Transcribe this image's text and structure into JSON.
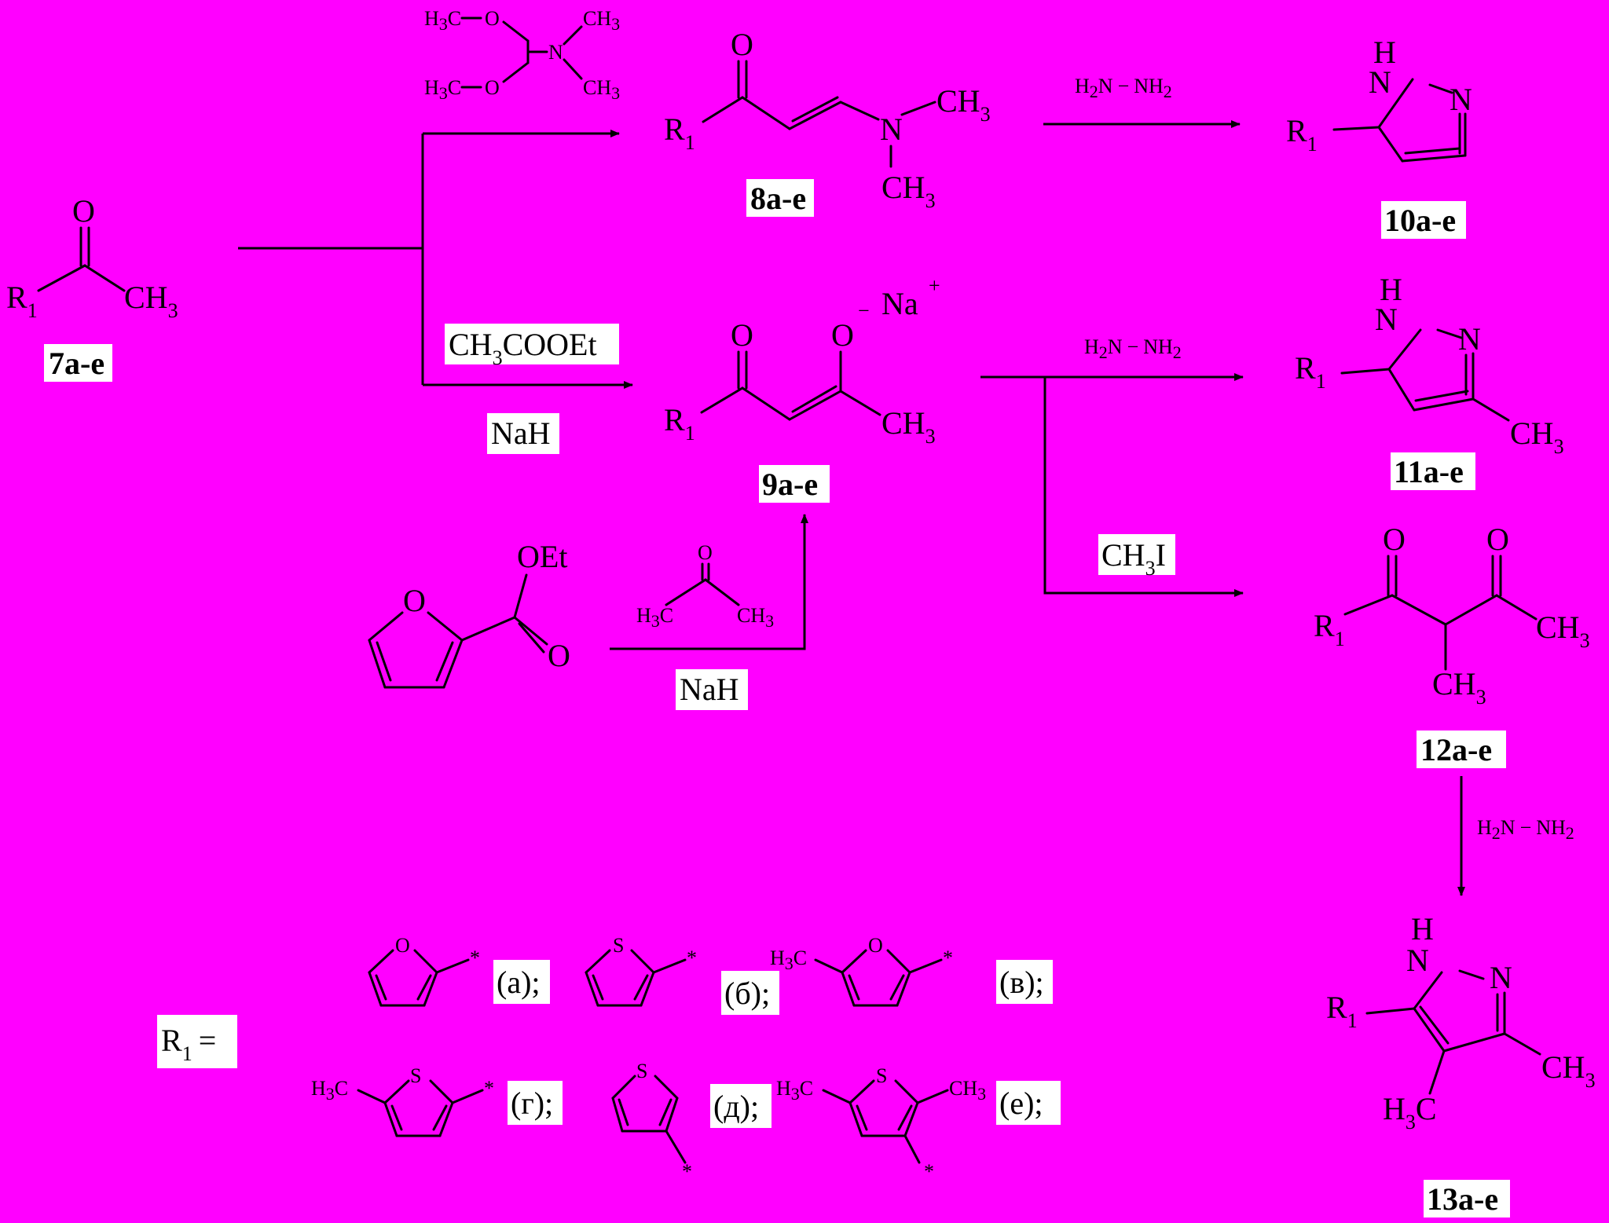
{
  "compounds": {
    "c7": {
      "id": "7а-е",
      "o": "O",
      "r": "R",
      "r_sub": "1",
      "ch": "CH",
      "ch_sub": "3"
    },
    "c8": {
      "id": "8a-e",
      "o": "O",
      "r": "R",
      "r_sub": "1",
      "n": "N",
      "ch": "CH",
      "ch_sub": "3"
    },
    "c9": {
      "id": "9a-e",
      "o": "O",
      "r": "R",
      "r_sub": "1",
      "na_charge": "−",
      "na": "Na",
      "na_plus": "+",
      "ch": "CH",
      "ch_sub": "3"
    },
    "c10": {
      "id": "10a-e",
      "h": "H",
      "n": "N",
      "r": "R",
      "r_sub": "1"
    },
    "c11": {
      "id": "11a-e",
      "h": "H",
      "n": "N",
      "r": "R",
      "r_sub": "1",
      "ch": "CH",
      "ch_sub": "3"
    },
    "c12": {
      "id": "12a-e",
      "o": "O",
      "r": "R",
      "r_sub": "1",
      "ch": "CH",
      "ch_sub": "3"
    },
    "c13": {
      "id": "13a-e",
      "h": "H",
      "n": "N",
      "r": "R",
      "r_sub": "1",
      "ch": "CH",
      "ch_sub": "3",
      "hc": "H",
      "hc_sub": "3",
      "hc_c": "C"
    },
    "furoate": {
      "o": "O",
      "oet": "OEt"
    }
  },
  "reagents": {
    "dmf_dma": {
      "h": "H",
      "sub3": "3",
      "c": "C",
      "o": "O",
      "n": "N",
      "ch": "CH"
    },
    "hydrazine": {
      "h": "H",
      "sub2": "2",
      "n": "N",
      "nh": "NH",
      "dash": "−"
    },
    "ethyl_acetate": {
      "ch": "CH",
      "sub": "3",
      "rest": "COOEt"
    },
    "nah": "NaH",
    "methyl_iodide": {
      "ch": "CH",
      "sub": "3",
      "i": "I"
    },
    "acetone": {
      "o": "O",
      "h": "H",
      "c": "C",
      "ch": "CH",
      "sub": "3"
    }
  },
  "r1_legend": {
    "label": "R",
    "label_sub": "1",
    "equals": "=",
    "heteroatom_o": "O",
    "heteroatom_s": "S",
    "star": "*",
    "methyl": {
      "h": "H",
      "c": "C",
      "ch": "CH",
      "sub": "3"
    },
    "items": [
      "(а);",
      "(б);",
      "(в);",
      "(г);",
      "(д);",
      "(е);"
    ]
  },
  "colors": {
    "background": "#ff00ff",
    "ink": "#000000",
    "label_box": "#ffffff"
  }
}
